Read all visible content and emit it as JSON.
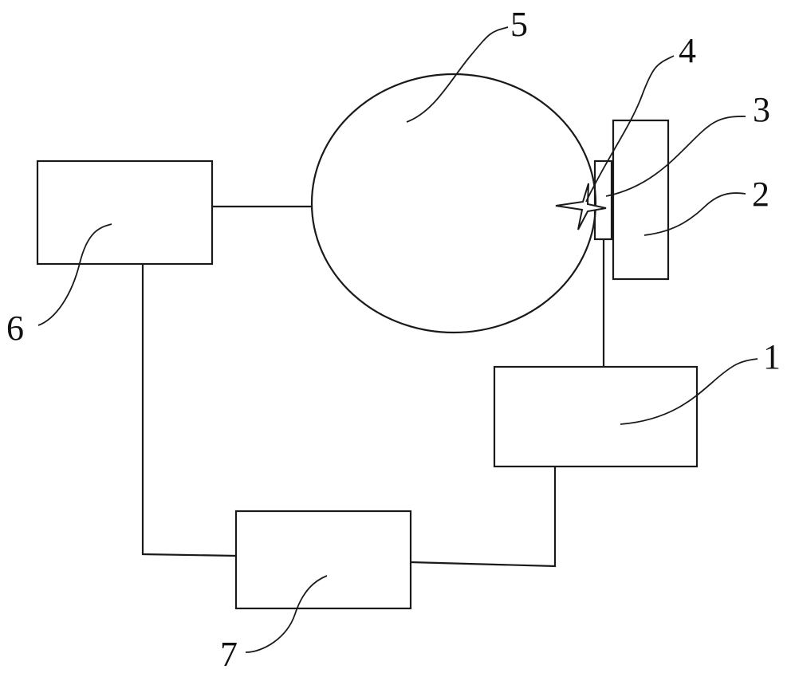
{
  "diagram": {
    "labels": {
      "block_1": "1",
      "block_2": "2",
      "part_3": "3",
      "part_4": "4",
      "vessel_5": "5",
      "block_6": "6",
      "block_7": "7"
    }
  },
  "colors": {
    "stroke": "#1a1a1a",
    "background": "#ffffff"
  }
}
